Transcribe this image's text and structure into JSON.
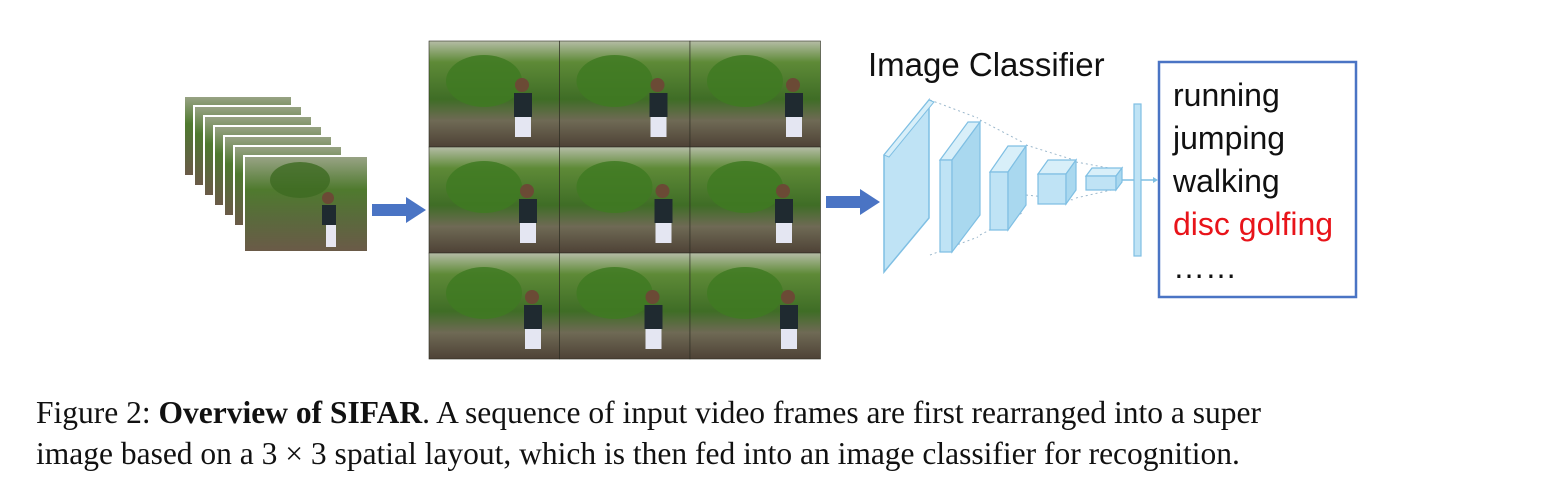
{
  "figure": {
    "classifier_title": "Image Classifier",
    "output_labels": [
      {
        "text": "running",
        "color": "#111111"
      },
      {
        "text": "jumping",
        "color": "#111111"
      },
      {
        "text": "walking",
        "color": "#111111"
      },
      {
        "text": "disc golfing",
        "color": "#e8141a"
      },
      {
        "text": "……",
        "color": "#111111"
      }
    ],
    "colors": {
      "arrow": "#4a74c4",
      "box_border": "#4a74c4",
      "layer_fill": "#bfe3f5",
      "layer_stroke": "#7fbfe3",
      "highlight_label": "#e8141a"
    }
  },
  "caption": {
    "prefix": "Figure 2: ",
    "bold": "Overview of SIFAR",
    "line1_rest": ". A sequence of input video frames are first rearranged into a super",
    "line2": "image based on a 3 × 3 spatial layout, which is then fed into an image classifier for recognition."
  }
}
